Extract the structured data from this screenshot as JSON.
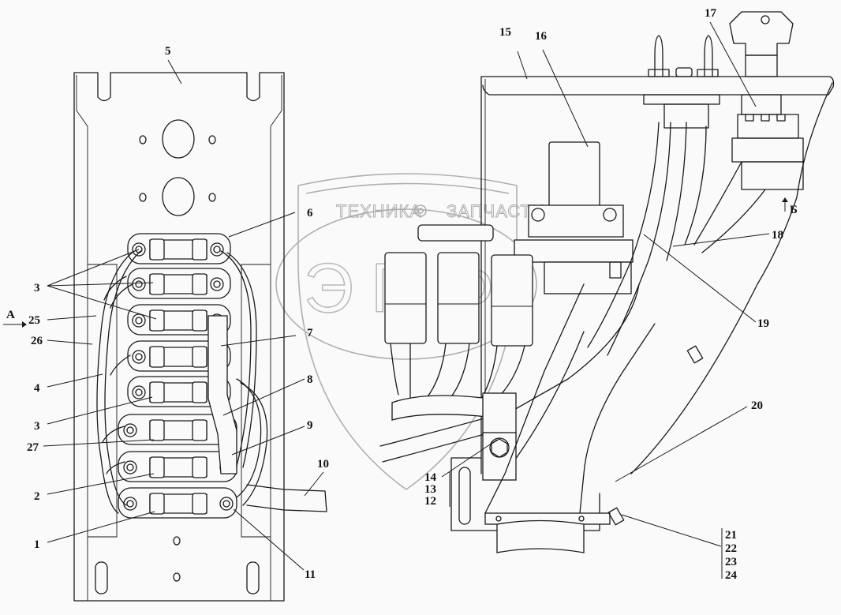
{
  "diagram": {
    "title": "Electrical panel assembly (fuse block and control panel)",
    "watermark": {
      "brand_left": "ТЕХНИКА",
      "brand_right": "ЗАПЧАСТИ",
      "logo_letters": [
        "Э",
        "П",
        "Ф"
      ],
      "gear_icon": "gear-icon"
    },
    "view_markers": {
      "view_a": "А",
      "view_b": "Б"
    },
    "callouts": {
      "c1": "1",
      "c2": "2",
      "c3a": "3",
      "c3b": "3",
      "c4": "4",
      "c5": "5",
      "c6": "6",
      "c7": "7",
      "c8": "8",
      "c9": "9",
      "c10": "10",
      "c11": "11",
      "c12": "12",
      "c13": "13",
      "c14": "14",
      "c15": "15",
      "c16": "16",
      "c17": "17",
      "c18": "18",
      "c19": "19",
      "c20": "20",
      "c21": "21",
      "c22": "22",
      "c23": "23",
      "c24": "24",
      "c25": "25",
      "c26": "26",
      "c27": "27"
    }
  }
}
